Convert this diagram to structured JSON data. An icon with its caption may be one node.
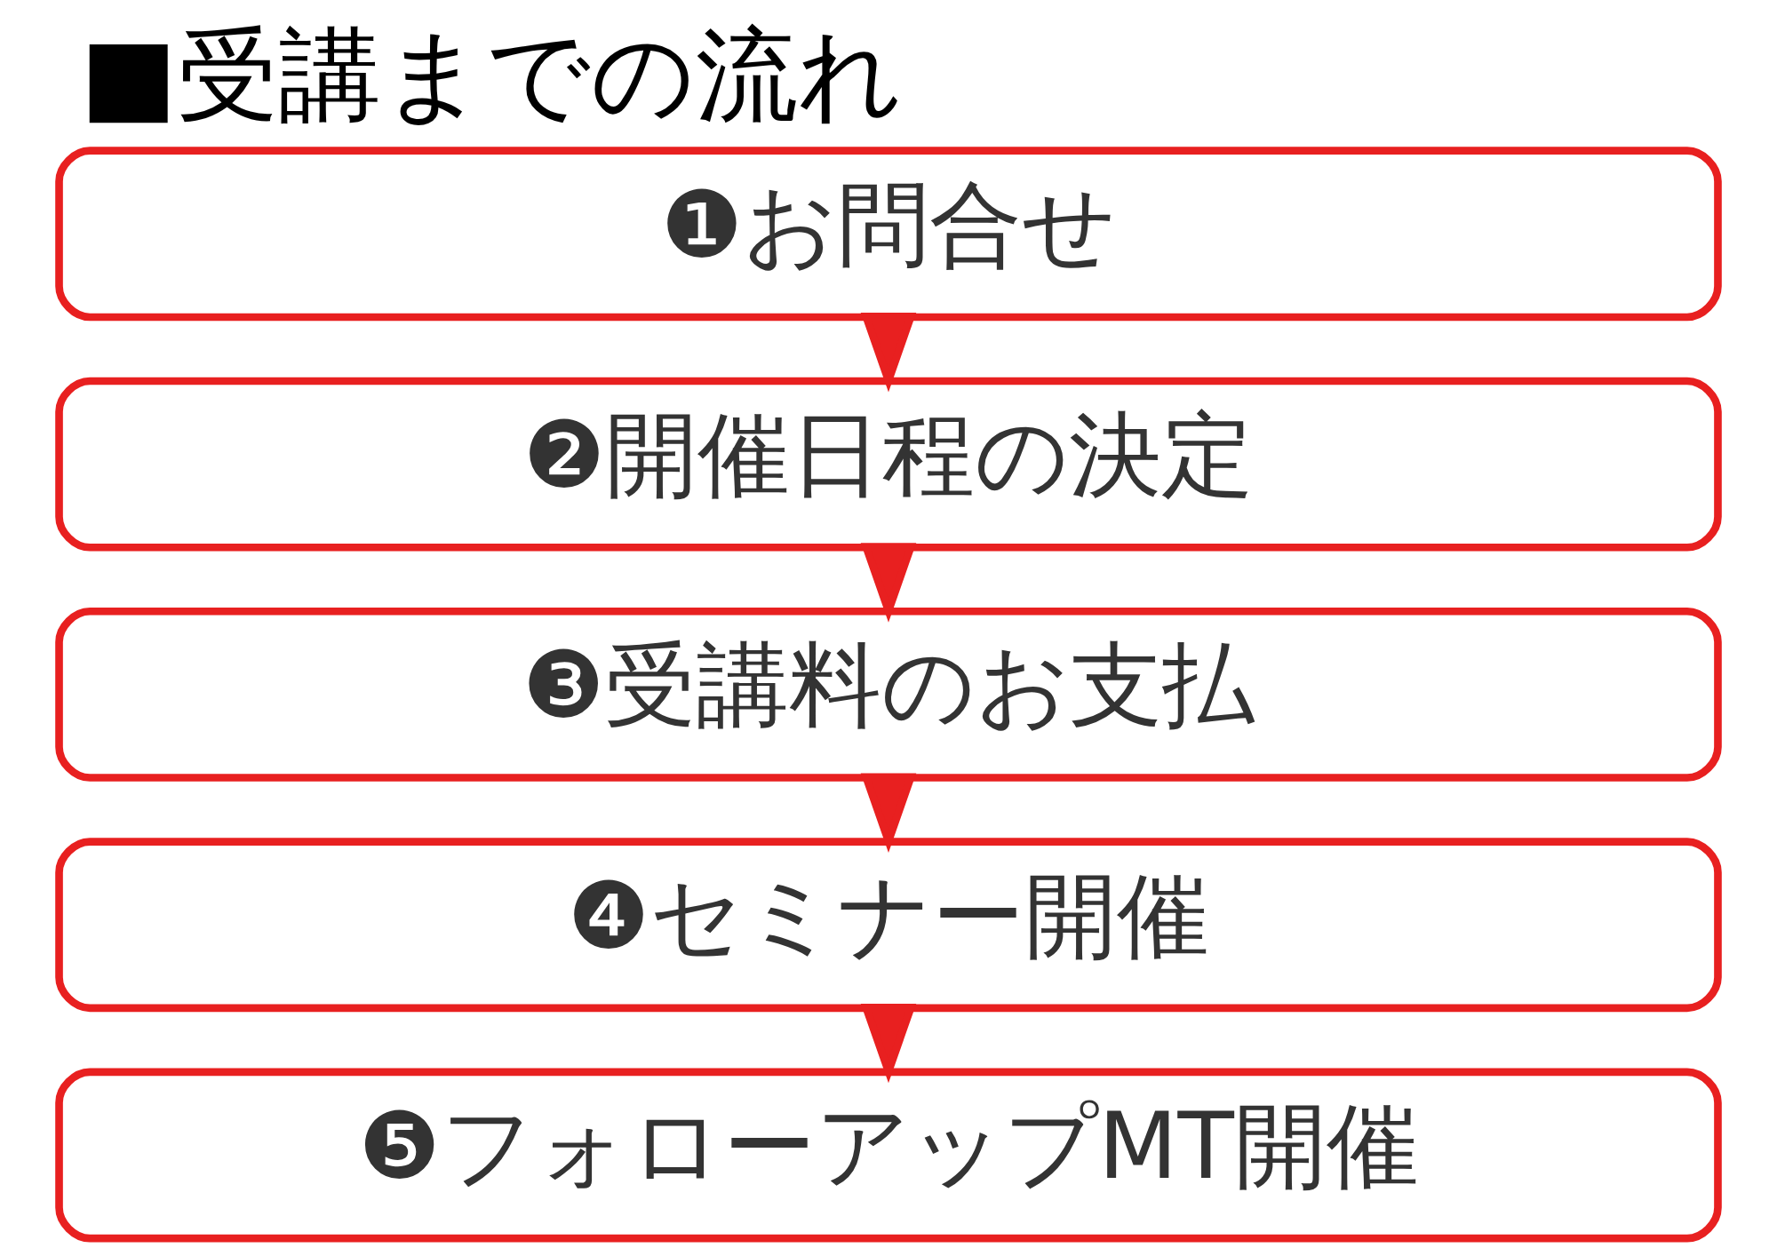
{
  "diagram": {
    "title": "■受講までの流れ",
    "nodes": [
      {
        "text": [
          "❶お問合せ"
        ]
      },
      {
        "text": [
          "❷開催日程の決定"
        ]
      },
      {
        "text": [
          "❸受講料のお支払"
        ]
      },
      {
        "text": [
          "❹セミナー開催"
        ]
      },
      {
        "text": [
          "❺フォローアップMT開催"
        ]
      }
    ],
    "edges": [
      {
        "from": 0,
        "to": 1,
        "arrow": "to"
      },
      {
        "from": 1,
        "to": 2,
        "arrow": "to"
      },
      {
        "from": 2,
        "to": 3,
        "arrow": "to"
      },
      {
        "from": 3,
        "to": 4,
        "arrow": "to"
      }
    ]
  }
}
